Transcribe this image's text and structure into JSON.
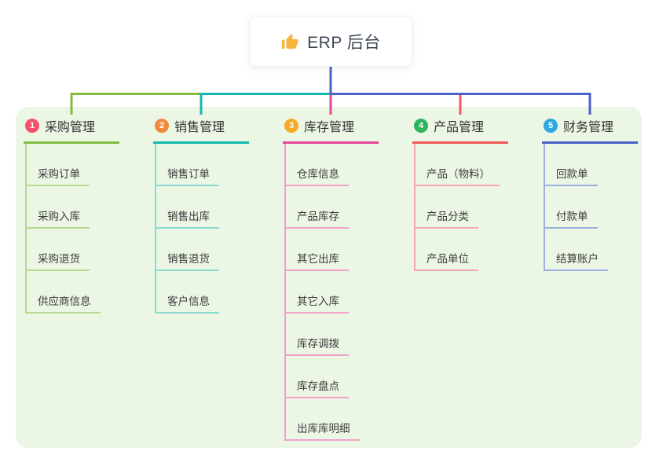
{
  "root": {
    "title": "ERP 后台",
    "icon": "thumbs-up-icon",
    "icon_color": "#F6B340"
  },
  "canvas": {
    "page_bg": "#FFFFFF",
    "panel_bg": "#EBF6E5",
    "root_line_color": "#4A63C8",
    "text_color": "#333333",
    "child_text_color": "#3C3C3C"
  },
  "branches": [
    {
      "badge": "1",
      "badge_color": "#F4516C",
      "label": "采购管理",
      "color": "#82BC3F",
      "light_color": "#B5D98F",
      "children": [
        "采购订单",
        "采购入库",
        "采购退货",
        "供应商信息"
      ]
    },
    {
      "badge": "2",
      "badge_color": "#F28A3C",
      "label": "销售管理",
      "color": "#14B8AD",
      "light_color": "#8BD9D3",
      "children": [
        "销售订单",
        "销售出库",
        "销售退货",
        "客户信息"
      ]
    },
    {
      "badge": "3",
      "badge_color": "#F7A928",
      "label": "库存管理",
      "color": "#E8449A",
      "light_color": "#F2A0C9",
      "children": [
        "仓库信息",
        "产品库存",
        "其它出库",
        "其它入库",
        "库存调拨",
        "库存盘点",
        "出库库明细"
      ]
    },
    {
      "badge": "4",
      "badge_color": "#2FB45E",
      "label": "产品管理",
      "color": "#F05A5A",
      "light_color": "#F6A8A8",
      "children": [
        "产品（物料）",
        "产品分类",
        "产品单位"
      ]
    },
    {
      "badge": "5",
      "badge_color": "#2EA8DE",
      "label": "财务管理",
      "color": "#4A63C8",
      "light_color": "#9FAEDF",
      "children": [
        "回款单",
        "付款单",
        "结算账户"
      ]
    }
  ]
}
